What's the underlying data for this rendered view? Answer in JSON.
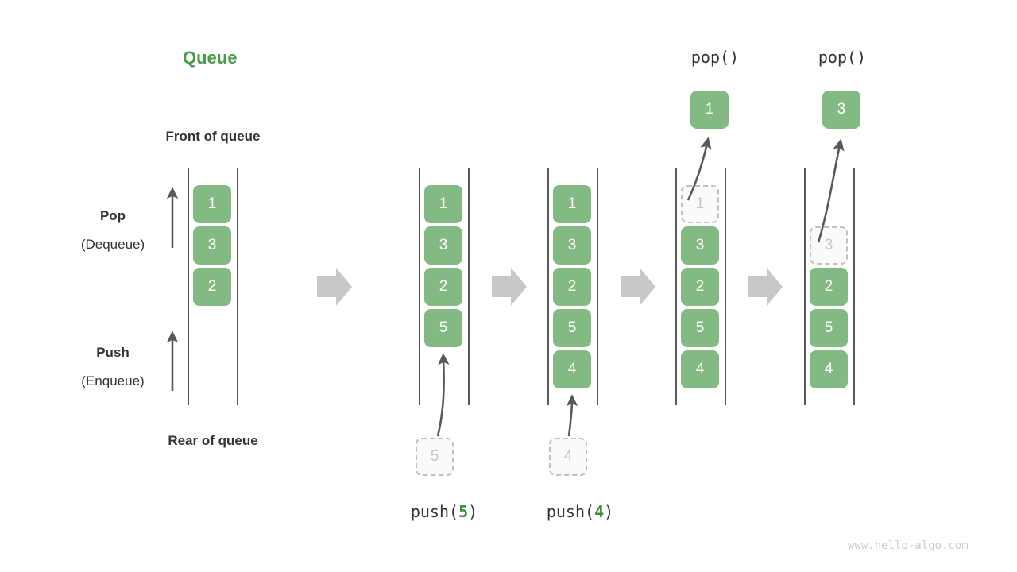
{
  "title": "Queue",
  "labels": {
    "front": "Front of queue",
    "rear": "Rear of queue",
    "pop_main": "Pop",
    "pop_sub": "(Dequeue)",
    "push_main": "Push",
    "push_sub": "(Enqueue)"
  },
  "colors": {
    "element": "#83b982",
    "title_green": "#4a9c4a",
    "ghost_fill": "#fafafa",
    "ghost_border": "#c0c0c0",
    "ghost_text": "#c6c6c6",
    "rail": "#595959",
    "arrow_gray": "#c8c8c8",
    "curve_arrow": "#595959",
    "text": "#333333",
    "watermark": "#cccccc"
  },
  "panels": [
    {
      "id": "initial",
      "cells": [
        "1",
        "3",
        "2"
      ],
      "op_label": null,
      "op_arg": null,
      "incoming": null,
      "ghost_index": null,
      "popped": null
    },
    {
      "id": "after-push-5",
      "cells": [
        "1",
        "3",
        "2",
        "5"
      ],
      "op_label": "push(",
      "op_arg": "5",
      "op_label_close": ")",
      "incoming": "5",
      "ghost_index": null,
      "popped": null
    },
    {
      "id": "after-push-4",
      "cells": [
        "1",
        "3",
        "2",
        "5",
        "4"
      ],
      "op_label": "push(",
      "op_arg": "4",
      "op_label_close": ")",
      "incoming": "4",
      "ghost_index": null,
      "popped": null
    },
    {
      "id": "after-pop-1",
      "cells": [
        "1",
        "3",
        "2",
        "5",
        "4"
      ],
      "op_label": "pop()",
      "op_arg": null,
      "incoming": null,
      "ghost_index": 0,
      "popped": "1"
    },
    {
      "id": "after-pop-3",
      "cells": [
        "3",
        "2",
        "5",
        "4"
      ],
      "op_label": "pop()",
      "op_arg": null,
      "incoming": null,
      "ghost_index": 0,
      "popped": "3"
    }
  ],
  "watermark": "www.hello-algo.com"
}
